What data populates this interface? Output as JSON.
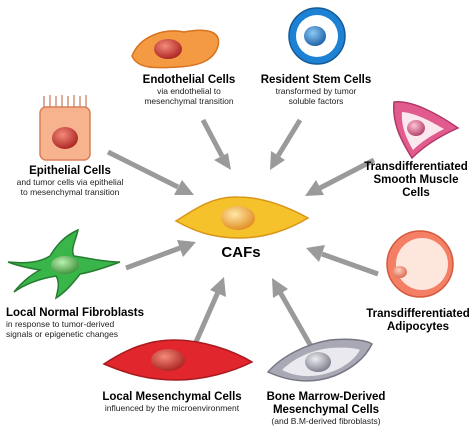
{
  "center": {
    "label": "CAFs",
    "color": "#f6c22b",
    "nucleus": "#f39c2e"
  },
  "sources": [
    {
      "id": "endothelial",
      "title": "Endothelial Cells",
      "subtitle_lines": [
        "via endothelial to",
        "mesenchymal transition"
      ],
      "color": "#f39a43"
    },
    {
      "id": "resident-stem",
      "title": "Resident Stem Cells",
      "subtitle_lines": [
        "transformed by tumor",
        "soluble factors"
      ],
      "color": "#1e82d4"
    },
    {
      "id": "smooth-muscle",
      "title_lines": [
        "Transdifferentiated",
        "Smooth Muscle Cells"
      ],
      "color": "#e25b8e"
    },
    {
      "id": "adipocytes",
      "title_lines": [
        "Transdifferentiated",
        "Adipocytes"
      ],
      "color": "#f47f64"
    },
    {
      "id": "bone-marrow",
      "title_lines": [
        "Bone Marrow-Derived",
        "Mesenchymal Cells"
      ],
      "subtitle_lines": [
        "(and B.M-derived fibroblasts)"
      ],
      "color": "#a9a9b5"
    },
    {
      "id": "local-mesenchymal",
      "title": "Local Mesenchymal Cells",
      "subtitle_lines": [
        "influenced by the microenvironment"
      ],
      "color": "#e2262e"
    },
    {
      "id": "local-fibroblasts",
      "title": "Local Normal Fibroblasts",
      "subtitle_lines": [
        "in response to tumor-derived",
        "signals or epigenetic changes"
      ],
      "color": "#3ab54a"
    },
    {
      "id": "epithelial",
      "title": "Epithelial Cells",
      "subtitle_lines": [
        "and tumor cells via epithelial",
        "to mesenchymal transition"
      ],
      "color": "#f7b28e"
    }
  ],
  "arrow_color": "#9a9a9a"
}
